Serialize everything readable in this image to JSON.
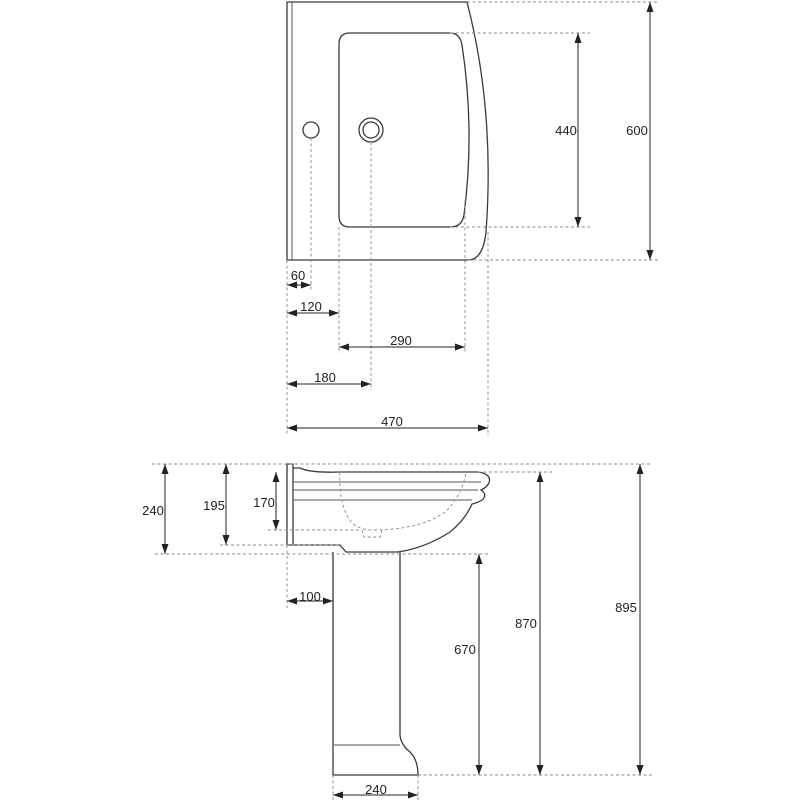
{
  "plan_view": {
    "dimensions": {
      "depth": "600",
      "bowl_depth": "440",
      "tap_hole_offset": "60",
      "bowl_offset": "120",
      "bowl_width": "290",
      "waste_offset": "180",
      "width": "470"
    }
  },
  "side_view": {
    "dimensions": {
      "basin_height": "240",
      "bowl_height": "195",
      "waste_height": "170",
      "pedestal_offset": "100",
      "pedestal_height": "670",
      "rim_height": "870",
      "overall_height": "895",
      "pedestal_base_width": "240"
    }
  },
  "colors": {
    "line": "#3a3a3a",
    "dimension": "#222222",
    "extension": "#8a8a8a",
    "background": "#ffffff"
  }
}
